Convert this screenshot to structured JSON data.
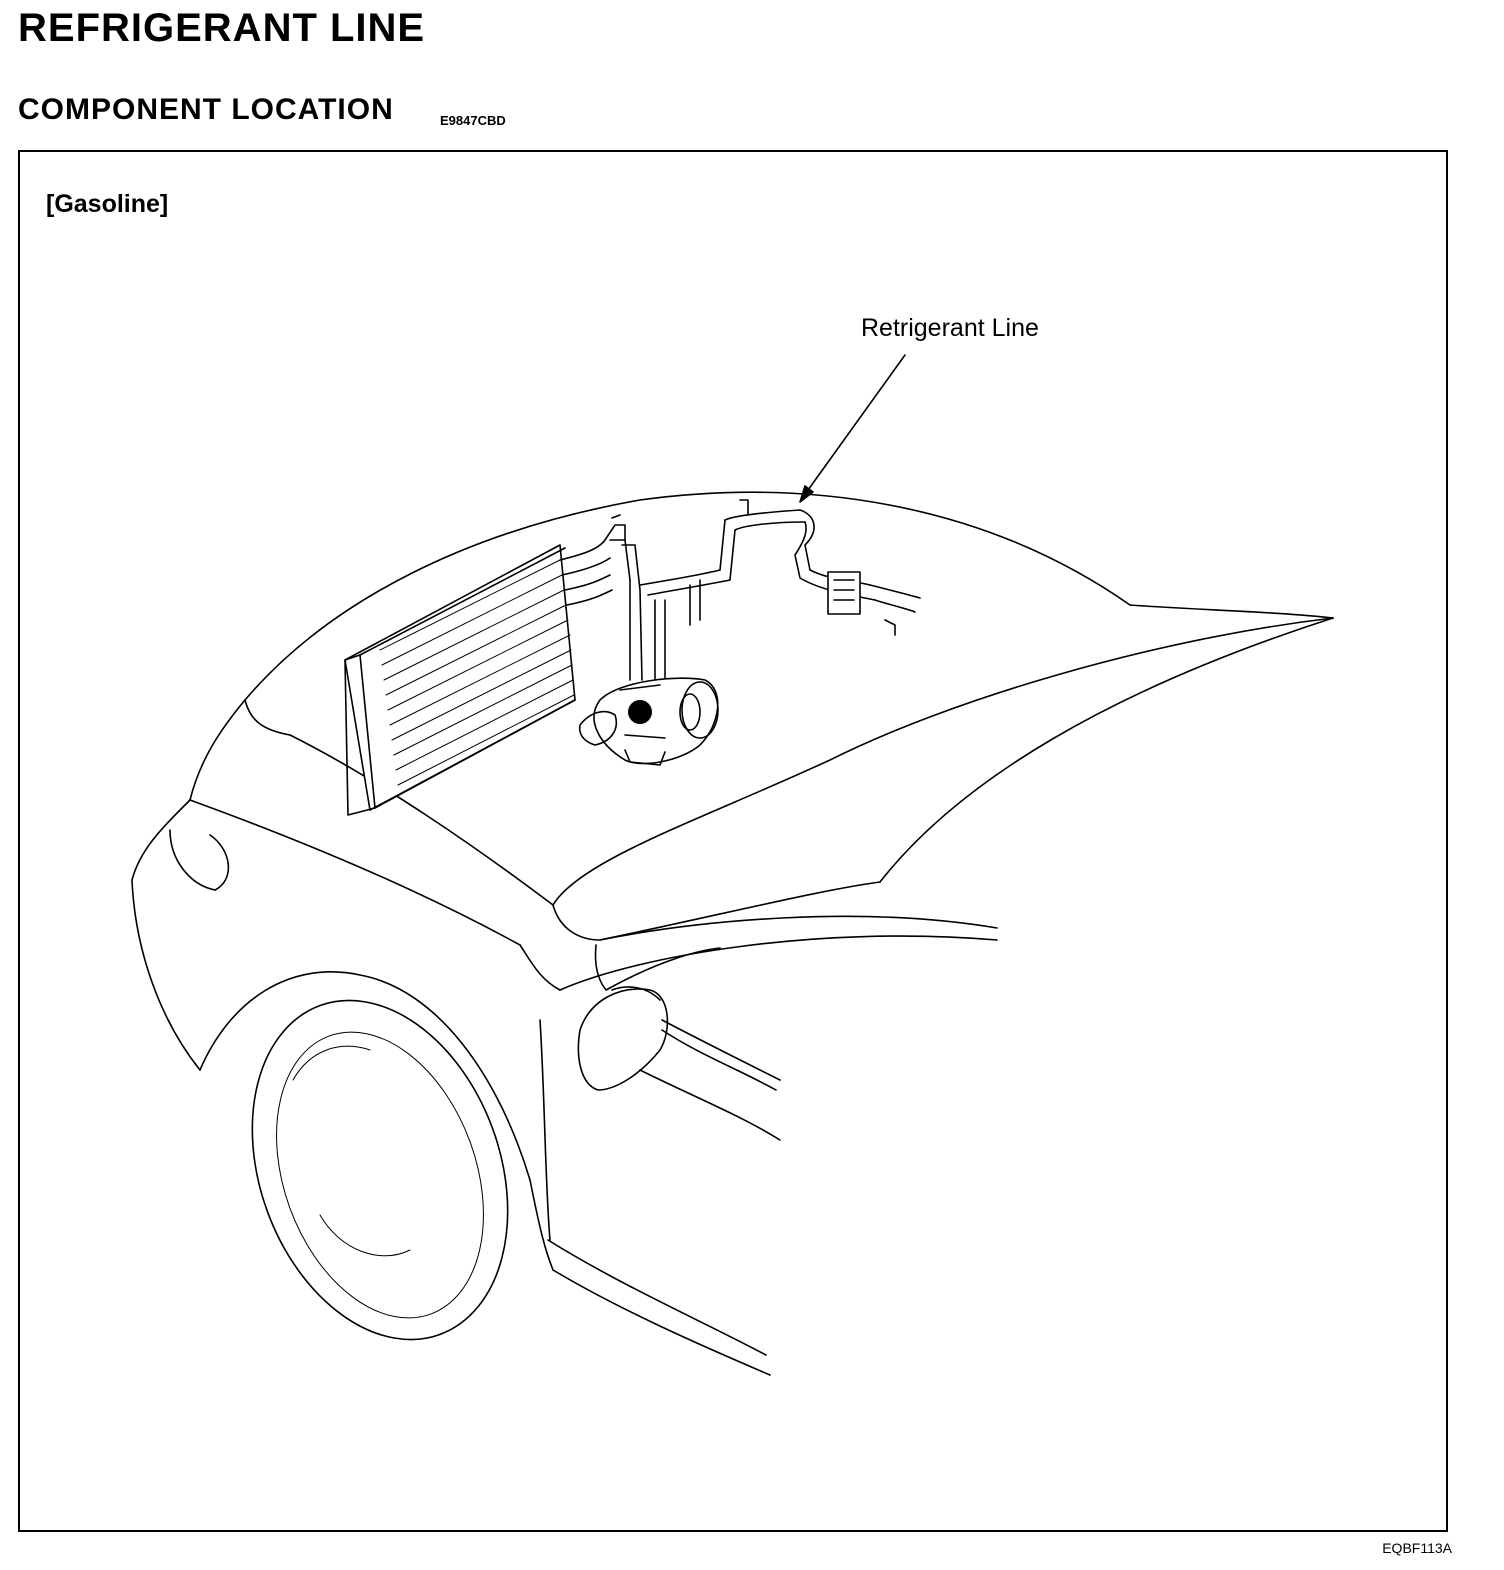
{
  "header": {
    "title": "REFRIGERANT LINE",
    "subtitle": "COMPONENT LOCATION",
    "section_code": "E9847CBD"
  },
  "figure": {
    "variant_label": "[Gasoline]",
    "callouts": [
      {
        "label": "Retrigerant Line"
      }
    ],
    "figure_id": "EQBF113A"
  }
}
